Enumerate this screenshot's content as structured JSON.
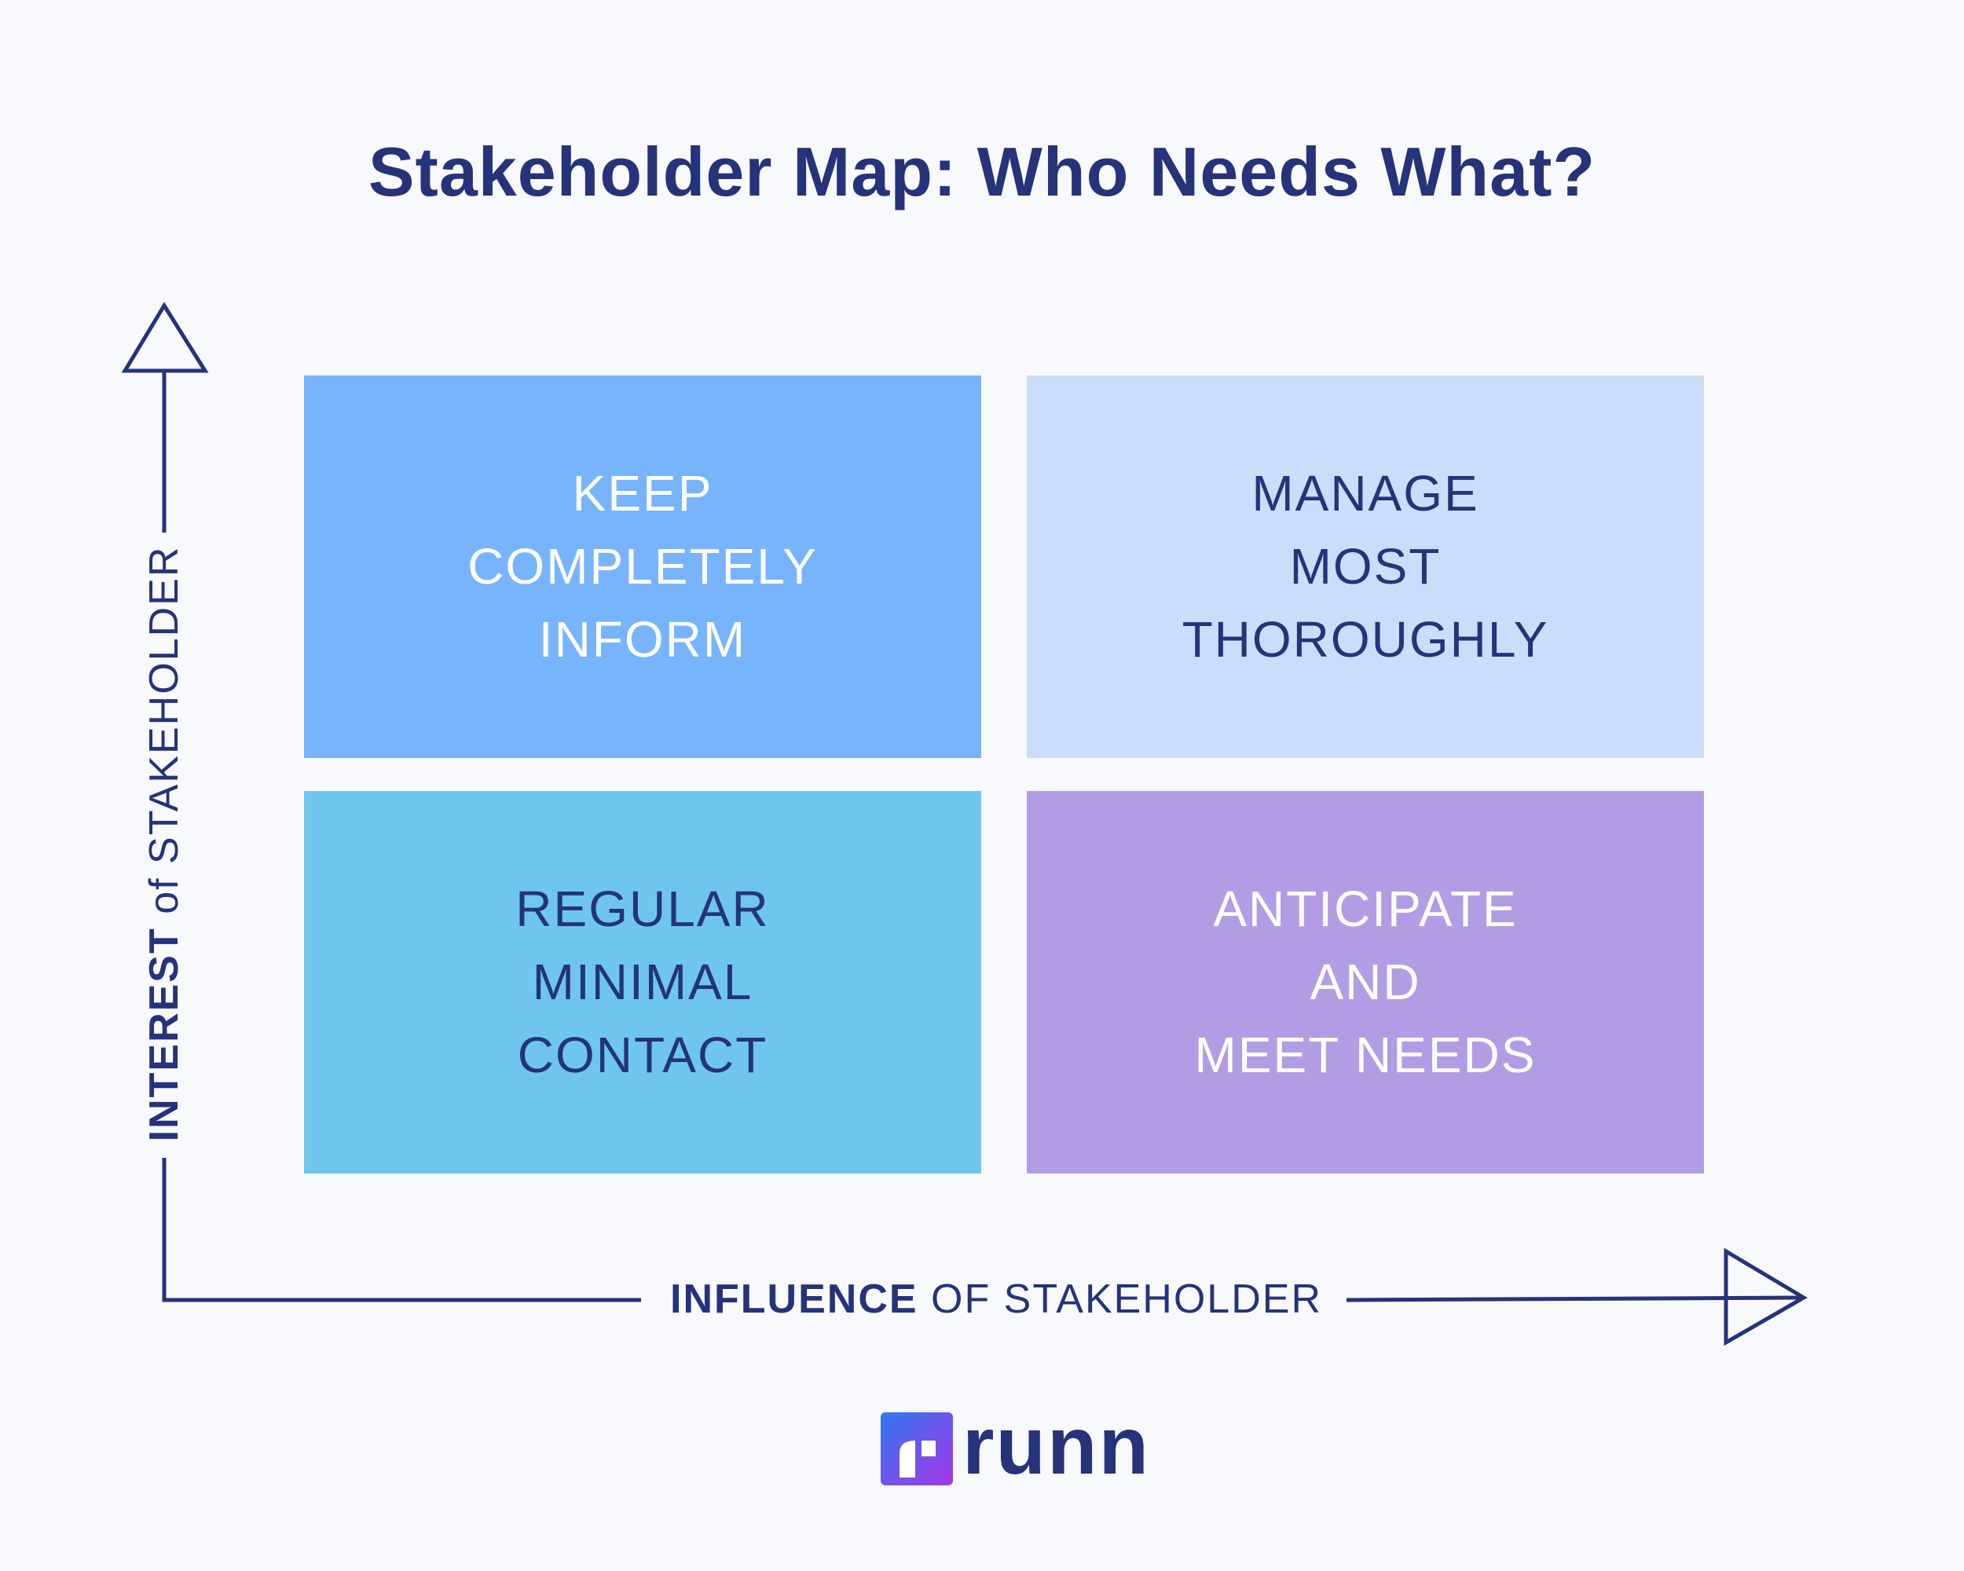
{
  "title": "Stakeholder Map: Who Needs What?",
  "quadrants": [
    {
      "lines": [
        "KEEP",
        "COMPLETELY",
        "INFORM"
      ],
      "color": "#77b4fd",
      "text_color": "#ffffff"
    },
    {
      "lines": [
        "MANAGE",
        "MOST",
        "THOROUGHLY"
      ],
      "color": "#cadefb",
      "text_color": "#25337a"
    },
    {
      "lines": [
        "REGULAR",
        "MINIMAL",
        "CONTACT"
      ],
      "color": "#6ec6ec",
      "text_color": "#25337a"
    },
    {
      "lines": [
        "ANTICIPATE",
        "AND",
        "MEET NEEDS"
      ],
      "color": "#b29de5",
      "text_color": "#ffffff"
    }
  ],
  "y_axis": {
    "bold": "INTEREST",
    "rest": " of STAKEHOLDER"
  },
  "x_axis": {
    "bold": "INFLUENCE",
    "rest": " OF STAKEHOLDER"
  },
  "logo": {
    "text": "runn"
  },
  "colors": {
    "navy": "#25337a",
    "background": "#f7f9fc"
  }
}
